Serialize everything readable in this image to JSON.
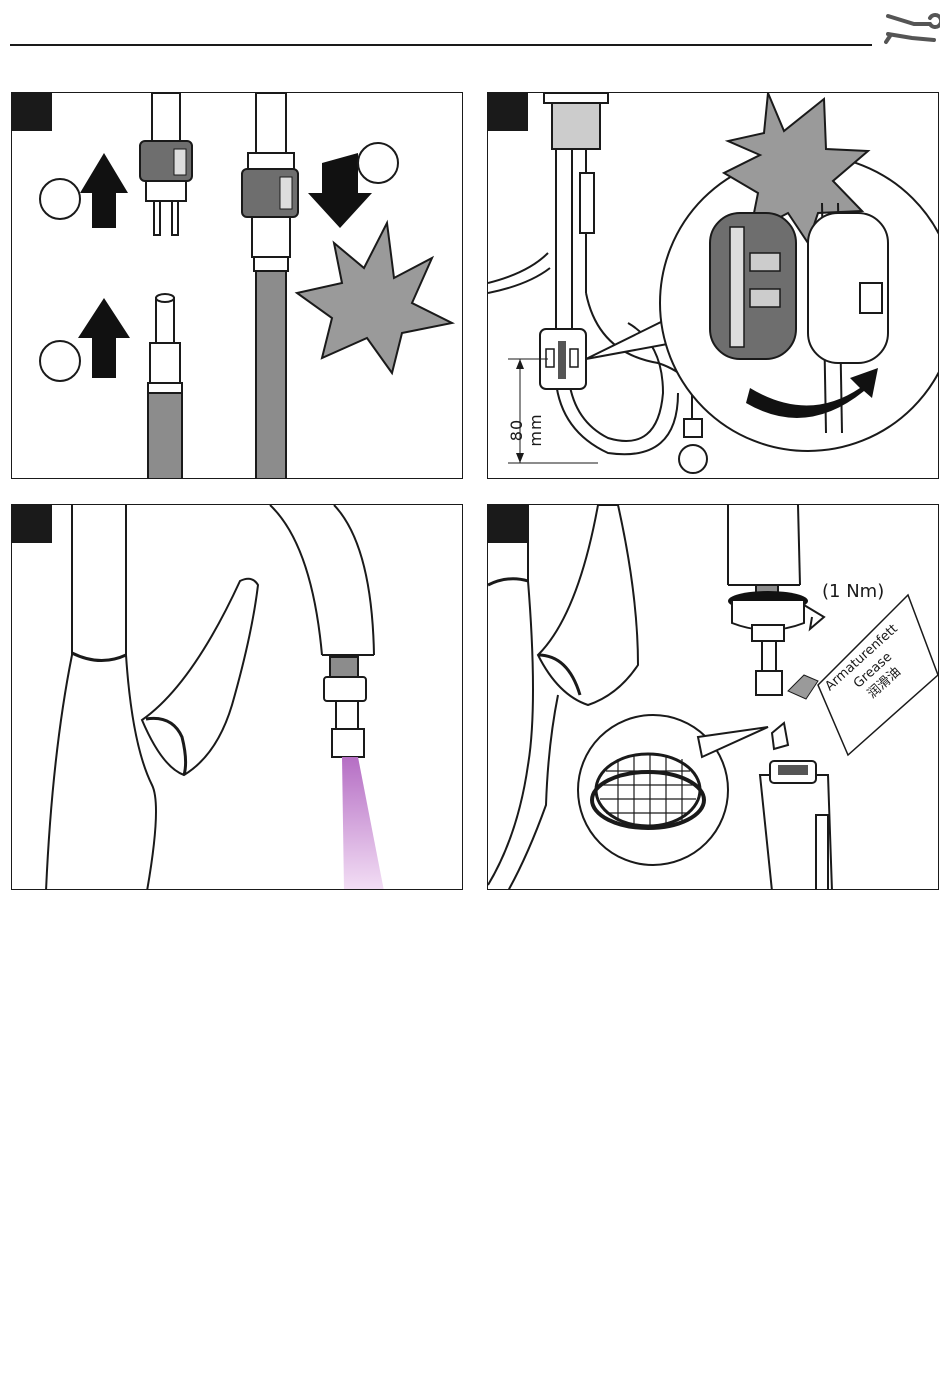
{
  "panels": {
    "p2": {
      "dimension_label": "80 mm"
    },
    "p4": {
      "torque_label": "(1 Nm)",
      "grease_label_de": "Armaturenfett",
      "grease_label_en": "Grease",
      "grease_label_zh": "润滑油"
    }
  },
  "icons": {
    "header": "tools-icon",
    "step_marker": "step-badge",
    "callout": "burst-icon"
  },
  "colors": {
    "line": "#1a1a1a",
    "hose_gray": "#8c8c8c",
    "burst_gray": "#9a9a9a",
    "spray_purple": "#c58ad0"
  }
}
